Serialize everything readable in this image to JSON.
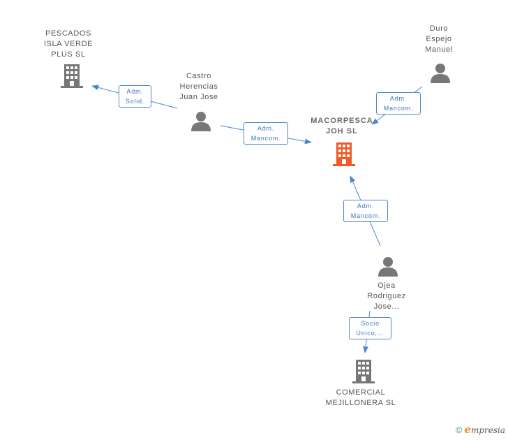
{
  "colors": {
    "edge": "#4a86d4",
    "node": "#777777",
    "main_node": "#f05a28"
  },
  "nodes": {
    "main": {
      "lines": [
        "MACORPESCA",
        "JOH SL"
      ]
    },
    "pescados": {
      "lines": [
        "PESCADOS",
        "ISLA VERDE",
        "PLUS SL"
      ]
    },
    "castro": {
      "lines": [
        "Castro",
        "Herencias",
        "Juan Jose"
      ]
    },
    "duro": {
      "lines": [
        "Duro",
        "Espejo",
        "Manuel"
      ]
    },
    "ojea": {
      "lines": [
        "Ojea",
        "Rodriguez",
        "Jose..."
      ]
    },
    "comercial": {
      "lines": [
        "COMERCIAL",
        "MEJILLONERA SL"
      ]
    }
  },
  "edges": {
    "castro_pescados": {
      "lines": [
        "Adm.",
        "Solid."
      ]
    },
    "castro_main": {
      "lines": [
        "Adm.",
        "Mancom."
      ]
    },
    "duro_main": {
      "lines": [
        "Adm.",
        "Mancom."
      ]
    },
    "ojea_main": {
      "lines": [
        "Adm.",
        "Mancom."
      ]
    },
    "ojea_comercial": {
      "lines": [
        "Socio",
        "Único,..."
      ]
    }
  },
  "footer": {
    "copyright": "©",
    "brand_initial": "e",
    "brand_rest": "mpresia"
  }
}
